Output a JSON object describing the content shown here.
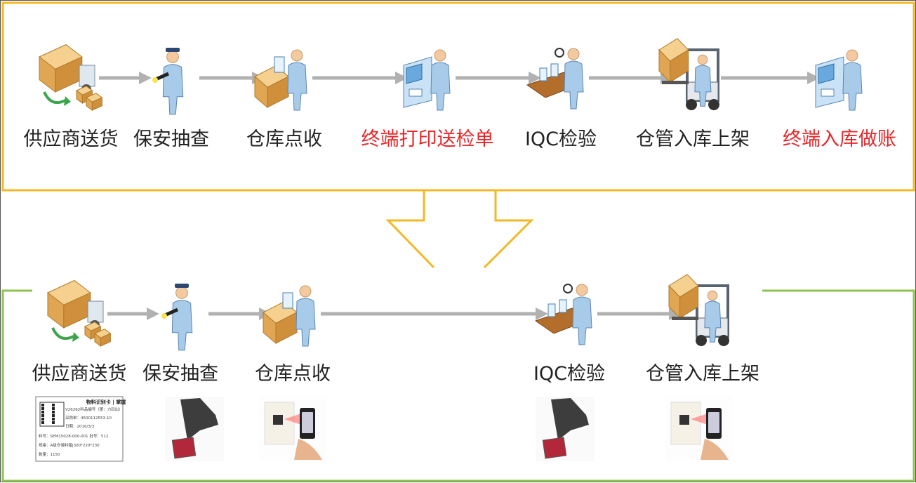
{
  "colors": {
    "top_border": "#f2b825",
    "bottom_border": "#8dc351",
    "arrow": "#b1b1b1",
    "highlight_text": "#e8272a"
  },
  "top_flow": {
    "steps": [
      {
        "label": "供应商送货",
        "icon": "delivery-truck-icon",
        "highlight": false
      },
      {
        "label": "保安抽查",
        "icon": "security-guard-icon",
        "highlight": false
      },
      {
        "label": "仓库点收",
        "icon": "warehouse-receiving-icon",
        "highlight": false
      },
      {
        "label": "终端打印送检单",
        "icon": "terminal-print-icon",
        "highlight": true
      },
      {
        "label": "IQC检验",
        "icon": "iqc-inspection-icon",
        "highlight": false
      },
      {
        "label": "仓管入库上架",
        "icon": "forklift-icon",
        "highlight": false
      },
      {
        "label": "终端入库做账",
        "icon": "terminal-accounting-icon",
        "highlight": true
      }
    ]
  },
  "bottom_flow": {
    "steps": [
      {
        "label": "供应商送货",
        "icon": "delivery-truck-icon"
      },
      {
        "label": "保安抽查",
        "icon": "security-guard-icon"
      },
      {
        "label": "仓库点收",
        "icon": "warehouse-receiving-icon"
      },
      {
        "label": "IQC检验",
        "icon": "iqc-inspection-icon"
      },
      {
        "label": "仓管入库上架",
        "icon": "forklift-icon"
      }
    ],
    "thumbnails": [
      {
        "name": "material-label-card-image",
        "icon": "qr-label-card-icon"
      },
      {
        "name": "barcode-scanner-image",
        "icon": "barcode-scanner-icon"
      },
      {
        "name": "phone-scan-image",
        "icon": "phone-scan-icon"
      },
      {
        "name": "barcode-scanner-image-2",
        "icon": "barcode-scanner-icon"
      },
      {
        "name": "phone-scan-image-2",
        "icon": "phone-scan-icon"
      }
    ],
    "label_card": {
      "title": "物料识别卡 | 掌握",
      "lines": [
        "V26262料品编号（第：力码出）",
        "采购单：4500112553-10",
        "日期：2016/3/3",
        "料号：SEM15028-000-001  批号：512",
        "规格：A级仓储料箱|300*220*230",
        "数量：1150"
      ]
    }
  }
}
